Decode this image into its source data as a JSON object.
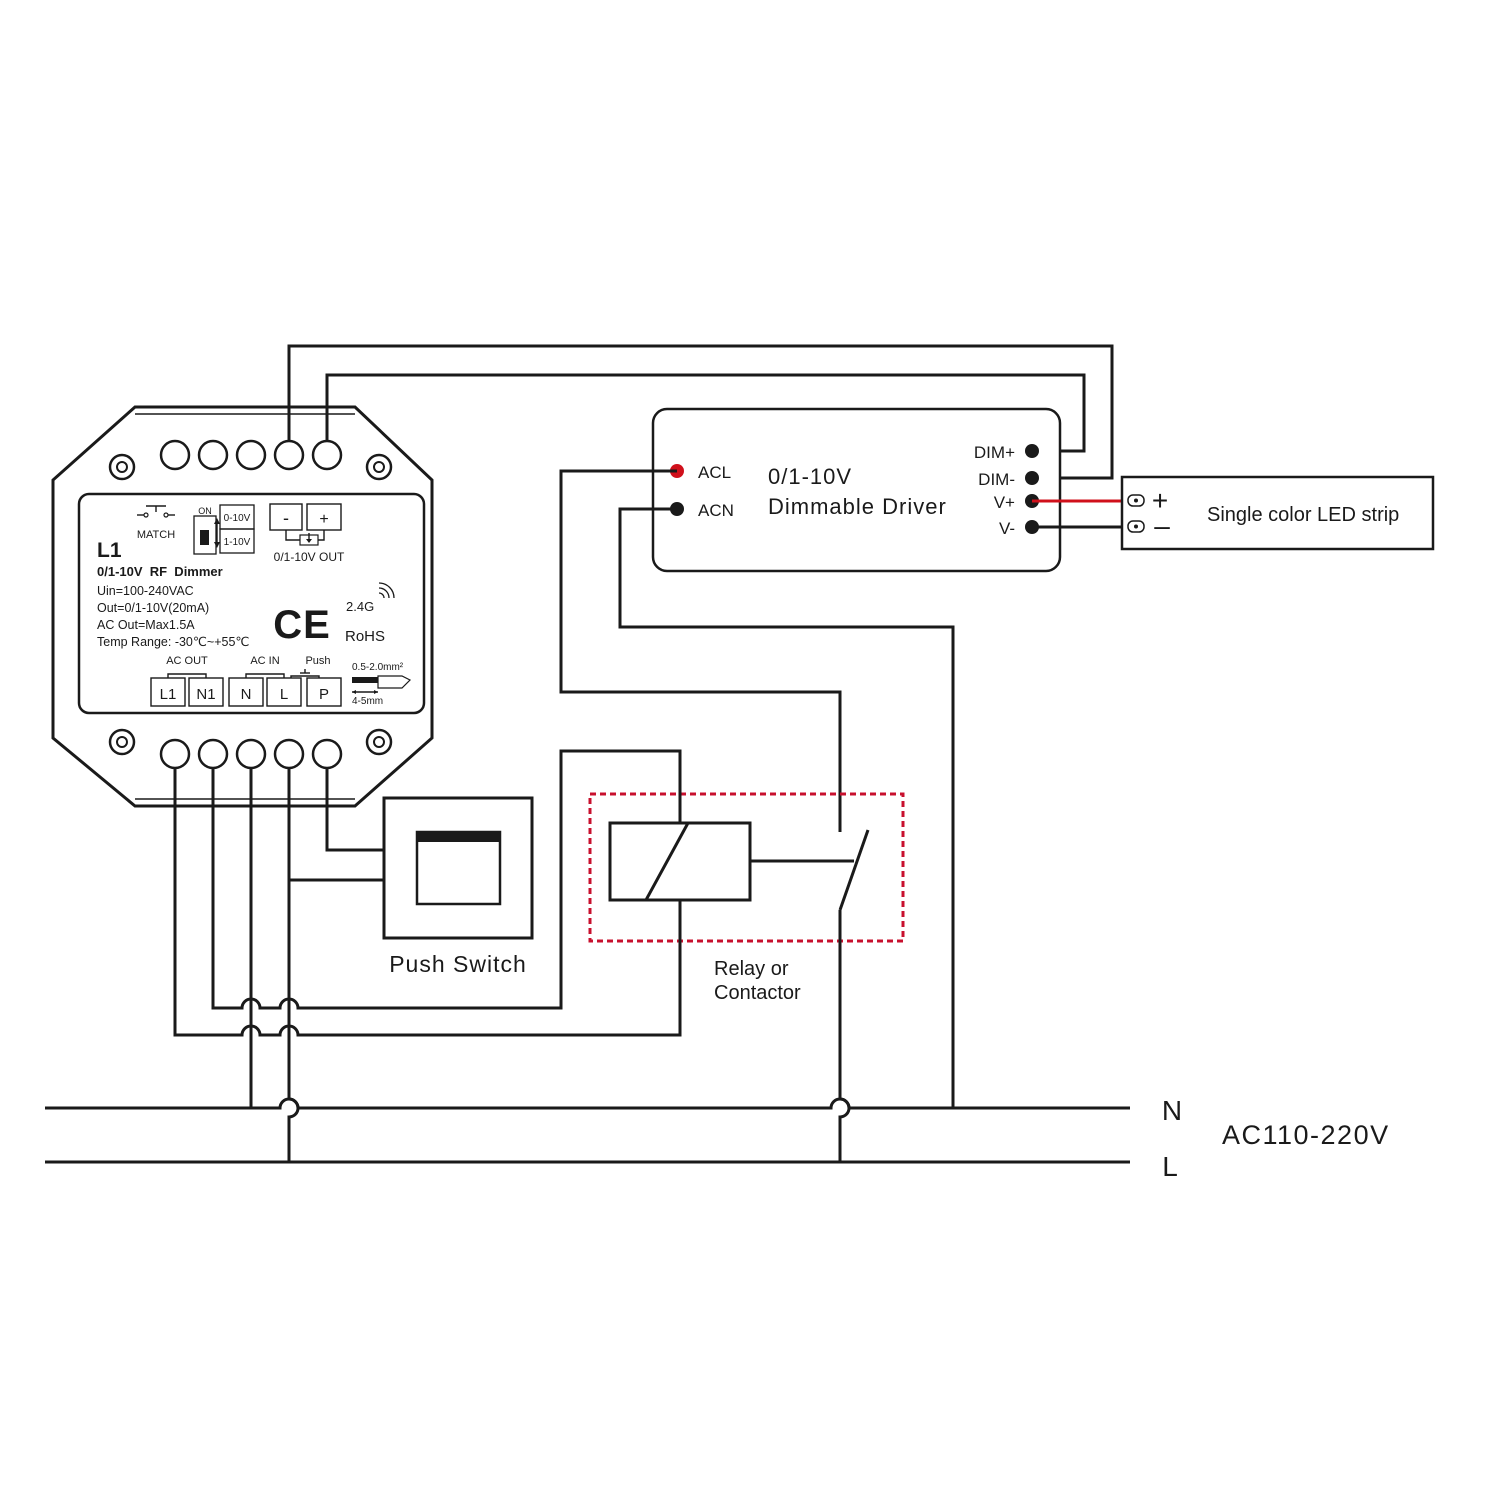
{
  "dimmer": {
    "model": "L1",
    "name": "0/1-10V  RF  Dimmer",
    "spec_uin": "Uin=100-240VAC",
    "spec_out": "Out=0/1-10V(20mA)",
    "spec_ac_out": "AC Out=Max1.5A",
    "spec_temp": "Temp Range: -30℃~+55℃",
    "match_label": "MATCH",
    "switch_on": "ON",
    "switch_opt1": "0-10V",
    "switch_opt2": "1-10V",
    "out_minus": "-",
    "out_plus": "+",
    "out_label": "0/1-10V OUT",
    "ce_mark": "CE",
    "rf_label": "2.4G",
    "rohs_label": "RoHS",
    "group_ac_out": "AC OUT",
    "group_ac_in": "AC IN",
    "group_push": "Push",
    "terminals": [
      "L1",
      "N1",
      "N",
      "L",
      "P"
    ],
    "wire_spec": "0.5-2.0mm²",
    "strip_spec": "4-5mm"
  },
  "driver": {
    "title_line1": "0/1-10V",
    "title_line2": "Dimmable Driver",
    "acl": "ACL",
    "acn": "ACN",
    "dim_plus": "DIM+",
    "dim_minus": "DIM-",
    "v_plus": "V+",
    "v_minus": "V-"
  },
  "led": {
    "label": "Single color LED strip",
    "plus": "+",
    "minus": "–"
  },
  "push_switch": {
    "label": "Push Switch"
  },
  "relay": {
    "line1": "Relay or",
    "line2": "Contactor"
  },
  "mains": {
    "n_label": "N",
    "l_label": "L",
    "voltage": "AC110-220V"
  },
  "colors": {
    "wire": "#1a1a1a",
    "live": "#d0101b",
    "relay_box": "#c8102e"
  }
}
